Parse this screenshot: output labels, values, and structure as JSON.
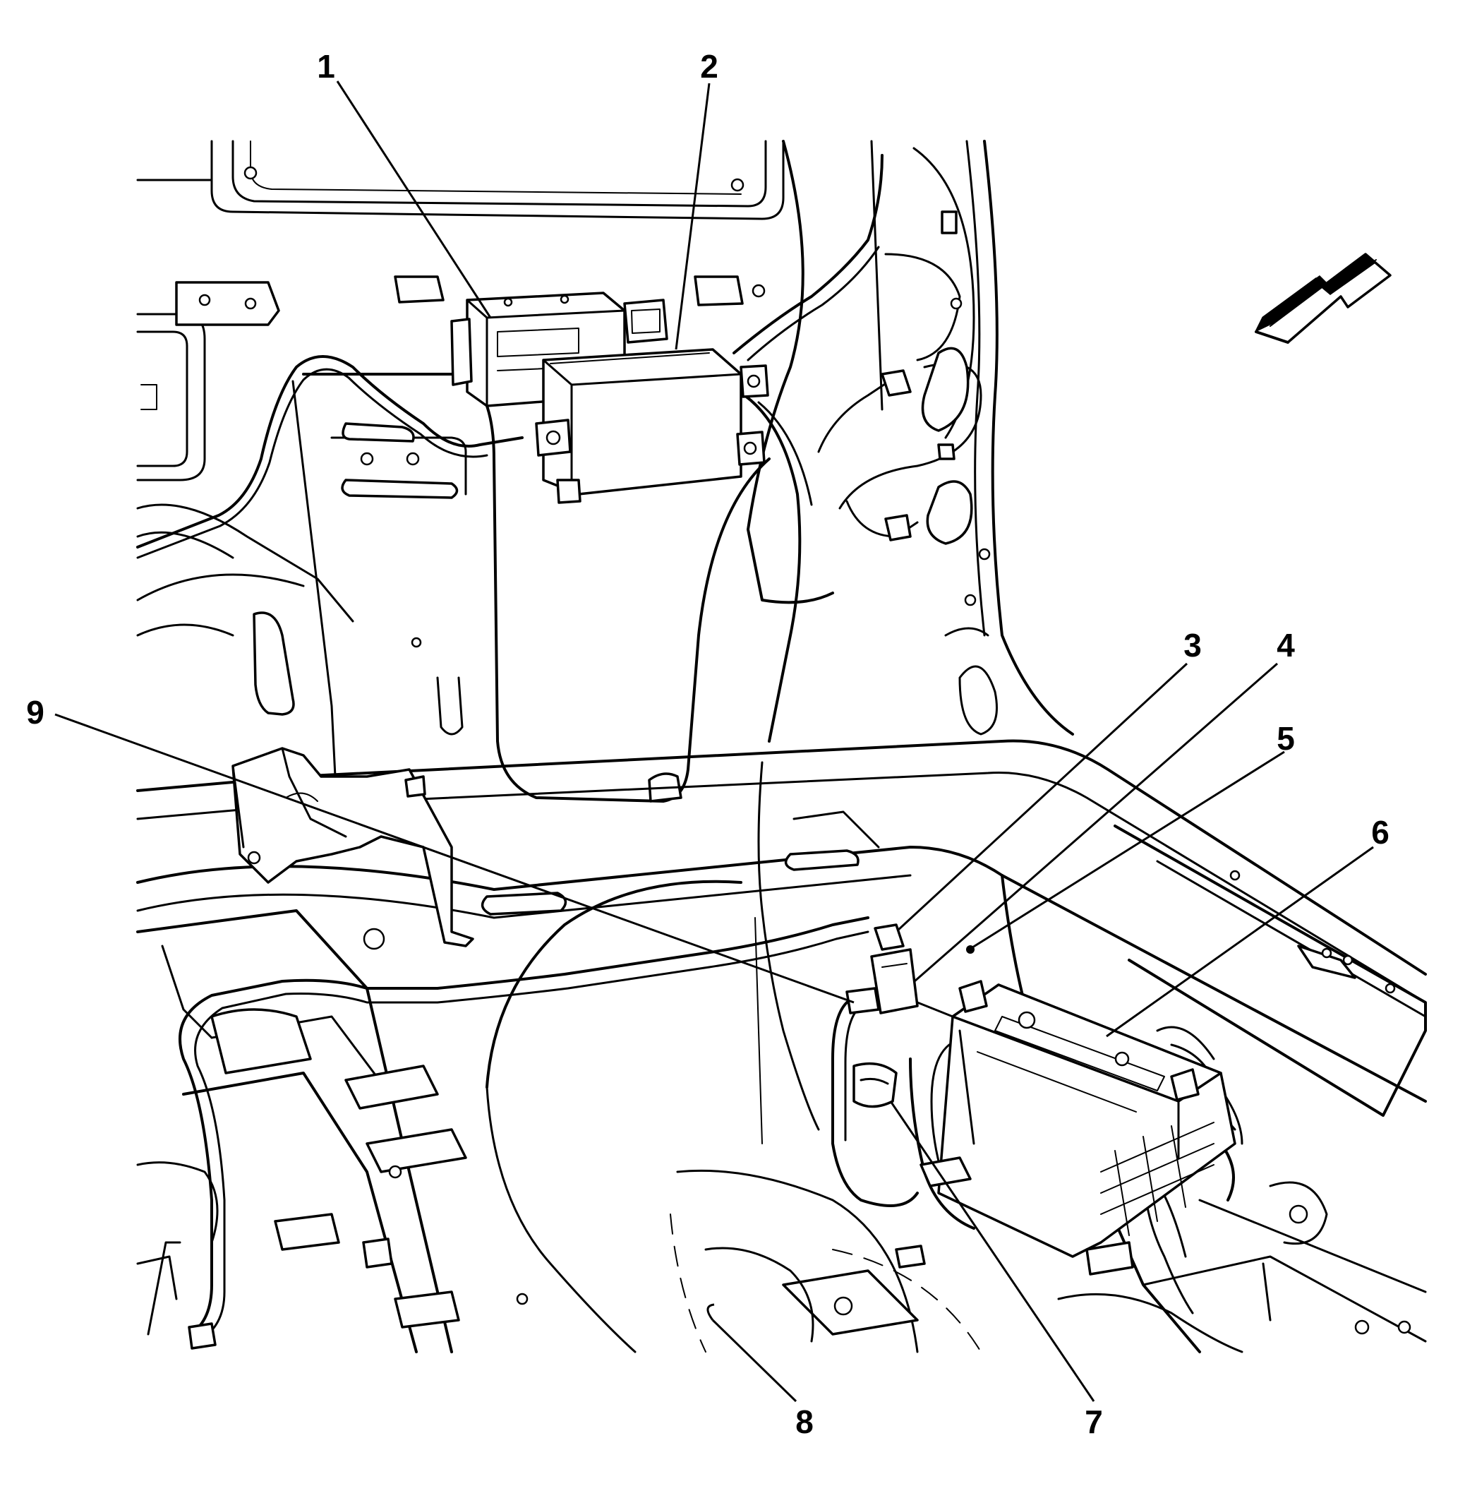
{
  "diagram": {
    "callouts": [
      {
        "id": "1",
        "label": "1"
      },
      {
        "id": "2",
        "label": "2"
      },
      {
        "id": "3",
        "label": "3"
      },
      {
        "id": "4",
        "label": "4"
      },
      {
        "id": "5",
        "label": "5"
      },
      {
        "id": "6",
        "label": "6"
      },
      {
        "id": "7",
        "label": "7"
      },
      {
        "id": "8",
        "label": "8"
      },
      {
        "id": "9",
        "label": "9"
      }
    ],
    "icons": [
      "direction-arrow-icon"
    ],
    "colors": {
      "ink": "#000000",
      "background": "#ffffff"
    }
  }
}
